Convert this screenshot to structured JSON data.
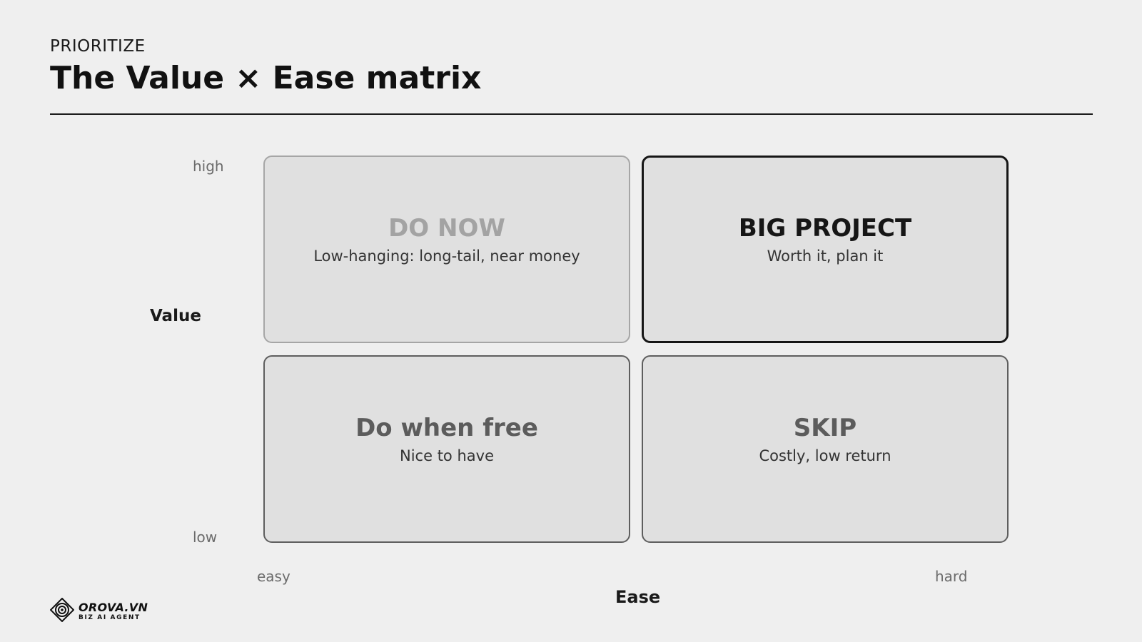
{
  "header": {
    "eyebrow": "PRIORITIZE",
    "title": "The Value × Ease matrix"
  },
  "axes": {
    "y_label": "Value",
    "y_high": "high",
    "y_low": "low",
    "x_label": "Ease",
    "x_easy": "easy",
    "x_hard": "hard"
  },
  "quadrants": [
    {
      "title": "DO NOW",
      "subtitle": "Low-hanging: long-tail, near money"
    },
    {
      "title": "BIG PROJECT",
      "subtitle": "Worth it, plan it"
    },
    {
      "title": "Do when free",
      "subtitle": "Nice to have"
    },
    {
      "title": "SKIP",
      "subtitle": "Costly, low return"
    }
  ],
  "brand": {
    "name": "OROVA.VN",
    "tagline": "BIZ AI AGENT",
    "icon": "spiral-logo-icon"
  },
  "colors": {
    "background": "#efefef",
    "cell_fill": "#e0e0e0",
    "emphasis": "#161616",
    "muted": "#a3a3a3"
  }
}
